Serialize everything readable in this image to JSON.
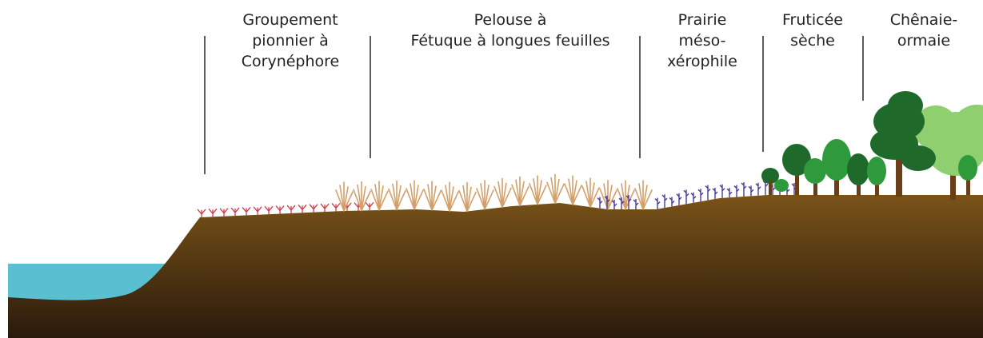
{
  "zones": [
    {
      "id": "corynephore",
      "lines": [
        "Groupement",
        "pionnier à",
        "Corynéphore"
      ]
    },
    {
      "id": "pelouse",
      "lines": [
        "Pelouse à",
        "Fétuque à longues feuilles"
      ]
    },
    {
      "id": "prairie",
      "lines": [
        "Prairie",
        "méso-",
        "xérophile"
      ]
    },
    {
      "id": "fruticee",
      "lines": [
        "Fruticée",
        "sèche"
      ]
    },
    {
      "id": "chenaie",
      "lines": [
        "Chênaie-",
        "ormaie"
      ]
    }
  ],
  "colors": {
    "water": "#5bbfd2",
    "soil_top": "#7a5318",
    "soil_bottom": "#2a1a0c",
    "corynephore": "#d23c4a",
    "fescue": "#d4a06a",
    "meadow_flower": "#4a3a9a",
    "dark_tree": "#1f6a2a",
    "bright_tree": "#2e9a3c",
    "light_tree": "#8fcf70",
    "trunk": "#6a3e18",
    "divider": "#333333"
  }
}
